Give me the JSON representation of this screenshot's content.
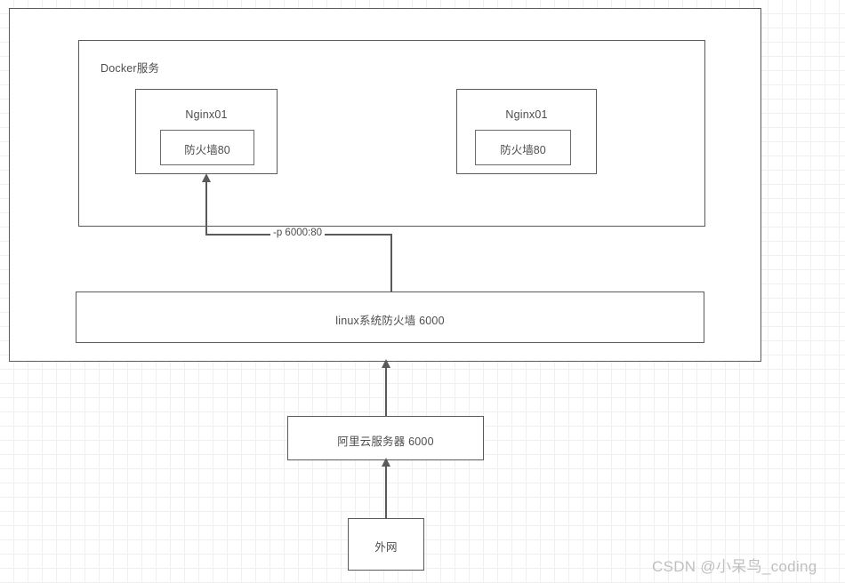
{
  "diagram": {
    "title_text": "",
    "outer_container": {
      "name": "server-boundary",
      "label": ""
    },
    "docker": {
      "label": "Docker服务"
    },
    "nginx_containers": [
      {
        "title": "Nginx01",
        "inner_label": "防火墙80"
      },
      {
        "title": "Nginx01",
        "inner_label": "防火墙80"
      }
    ],
    "port_mapping": {
      "label": "-p 6000:80"
    },
    "linux_firewall": {
      "label": "linux系统防火墙 6000"
    },
    "aliyun_server": {
      "label": "阿里云服务器 6000"
    },
    "external_network": {
      "label": "外网"
    }
  },
  "watermark": {
    "text": "CSDN @小呆鸟_coding"
  },
  "colors": {
    "background": "#ffffff",
    "grid_line": "#f0f0f0",
    "box_border": "#5a5a5a",
    "inner_box_border": "#6b6b6b",
    "text": "#4d4d4d",
    "watermark": "#bfbfbf"
  }
}
